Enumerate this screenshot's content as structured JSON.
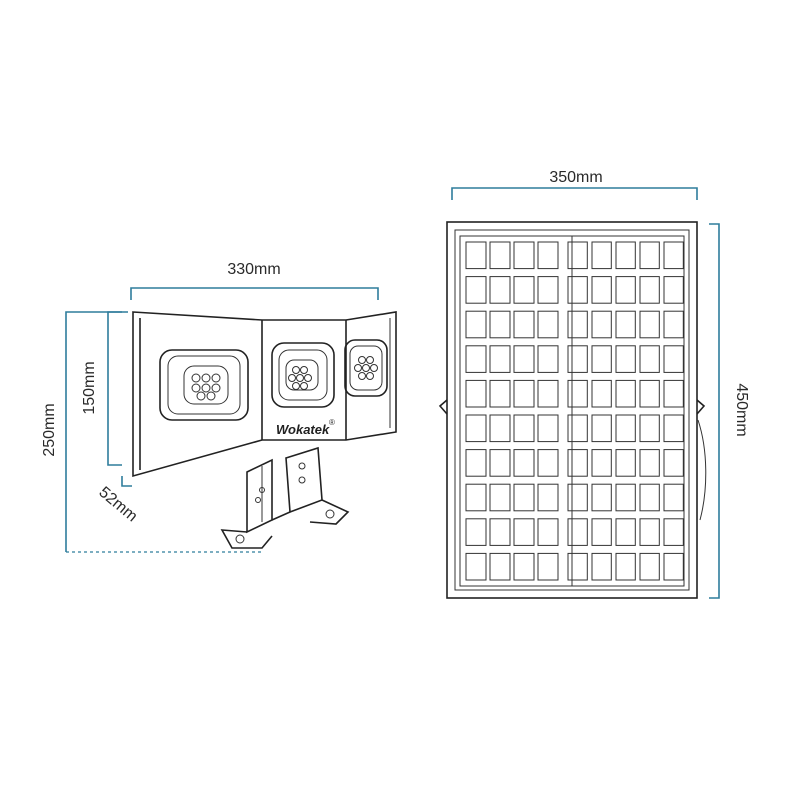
{
  "light": {
    "width_label": "330mm",
    "head_height_label": "150mm",
    "total_height_label": "250mm",
    "depth_label": "52mm",
    "brand": "Wokatek",
    "brand_mark": "®"
  },
  "panel": {
    "width_label": "350mm",
    "height_label": "450mm",
    "cell_columns": 9,
    "cell_rows": 10
  },
  "colors": {
    "dimension": "#2e7d9c",
    "ink": "#222222"
  }
}
